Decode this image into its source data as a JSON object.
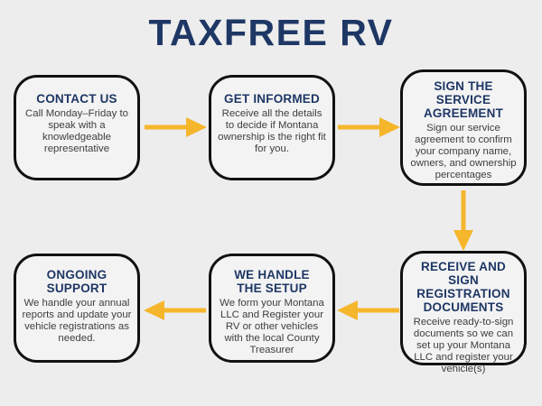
{
  "theme": {
    "accent_color": "#F5B62C",
    "heading_color": "#1E3765",
    "body_text_color": "#3E3E3E",
    "page_bg": "#EDEDED",
    "box_bg": "#F3F3F3",
    "border_color": "#111111"
  },
  "page": {
    "title": "TAXFREE RV"
  },
  "flow": {
    "steps": [
      {
        "heading": "CONTACT US",
        "body": "Call Monday–Friday to speak with a knowledgeable representative"
      },
      {
        "heading": "GET INFORMED",
        "body": "Receive all the details to decide if Montana ownership is the right fit for you."
      },
      {
        "heading": "SIGN THE SERVICE AGREEMENT",
        "body": "Sign our service agreement to confirm your company name, owners, and ownership percentages"
      },
      {
        "heading": "RECEIVE AND SIGN REGISTRATION DOCUMENTS",
        "body": "Receive ready-to-sign documents so we can set up your Montana LLC and register your vehicle(s)"
      },
      {
        "heading": "WE HANDLE THE SETUP",
        "body": "We form your Montana LLC and Register your RV or other vehicles with the local County Treasurer"
      },
      {
        "heading": "ONGOING SUPPORT",
        "body": "We handle your annual reports and update your vehicle registrations as needed."
      }
    ],
    "arrow_directions": [
      "right",
      "right",
      "down",
      "left",
      "left"
    ]
  }
}
